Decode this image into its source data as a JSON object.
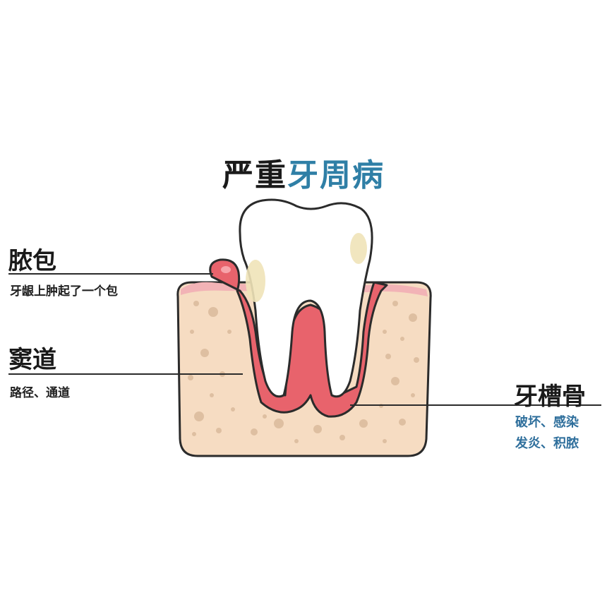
{
  "title": {
    "part1": "严重",
    "part2": "牙周病"
  },
  "labels": {
    "pus": {
      "name": "脓包",
      "desc": "牙龈上肿起了一个包"
    },
    "sinus": {
      "name": "窦道",
      "desc": "路径、通道"
    },
    "bone": {
      "name": "牙槽骨",
      "desc1": "破坏、感染",
      "desc2": "发炎、积脓"
    }
  },
  "colors": {
    "title_dark": "#1a1a1a",
    "title_blue": "#2f7fa6",
    "bone_fill": "#f6dcc2",
    "gum_red": "#e8636c",
    "tooth_white": "#ffffff",
    "outline": "#2b2b2b",
    "desc_blue": "#2f6f9c"
  }
}
